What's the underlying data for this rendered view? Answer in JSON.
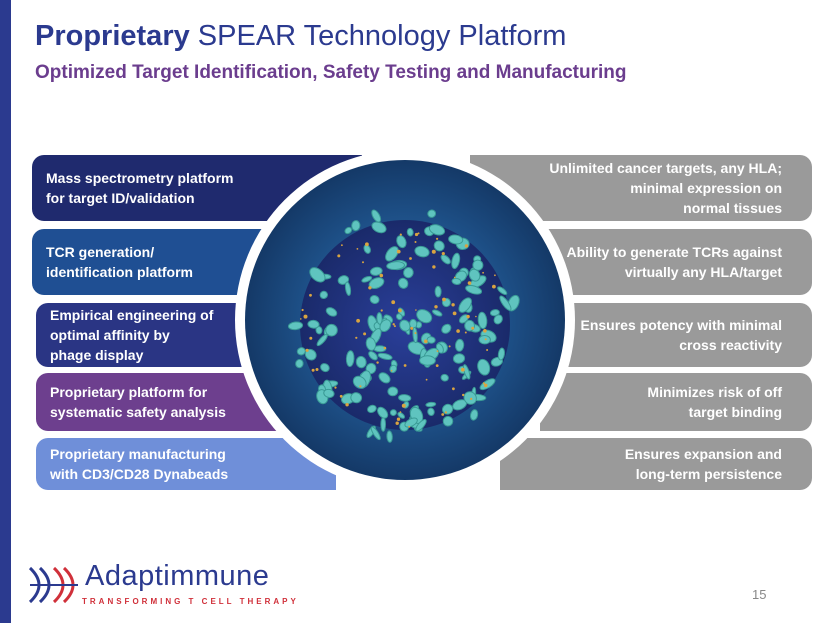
{
  "header": {
    "title_bold": "Proprietary",
    "title_rest": " SPEAR Technology Platform",
    "subtitle": "Optimized Target Identification, Safety Testing and Manufacturing"
  },
  "left_items": [
    {
      "lines": [
        "Mass spectrometry  platform",
        "for target ID/validation"
      ]
    },
    {
      "lines": [
        "TCR generation/",
        "identification platform"
      ]
    },
    {
      "lines": [
        "Empirical engineering of",
        "optimal affinity by",
        "phage display"
      ]
    },
    {
      "lines": [
        "Proprietary platform for",
        "systematic safety analysis"
      ]
    },
    {
      "lines": [
        "Proprietary manufacturing",
        "with CD3/CD28 Dynabeads"
      ]
    }
  ],
  "right_items": [
    {
      "lines": [
        "Unlimited cancer targets, any HLA;",
        "minimal expression on",
        "normal tissues"
      ]
    },
    {
      "lines": [
        "Ability to generate TCRs against",
        "virtually any HLA/target"
      ]
    },
    {
      "lines": [
        "Ensures potency with minimal",
        "cross reactivity"
      ]
    },
    {
      "lines": [
        "Minimizes risk of off",
        "target binding"
      ]
    },
    {
      "lines": [
        "Ensures expansion and",
        "long-term persistence"
      ]
    }
  ],
  "logo": {
    "name": "Adaptimmune",
    "tagline": "TRANSFORMING T CELL THERAPY"
  },
  "page_number": "15",
  "colors": {
    "brand_blue": "#2b3a8f",
    "brand_purple": "#6b3d8e",
    "brand_red": "#d0303a",
    "gray_panel": "#9a9a9a"
  }
}
